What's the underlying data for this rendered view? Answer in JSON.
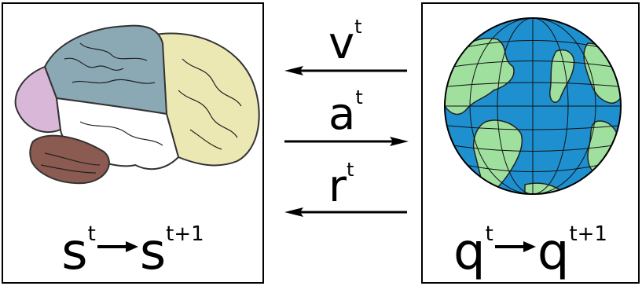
{
  "agent": {
    "state_from": "s",
    "state_from_sup": "t",
    "state_to": "s",
    "state_to_sup": "t+1"
  },
  "environment": {
    "state_from": "q",
    "state_from_sup": "t",
    "state_to": "q",
    "state_to_sup": "t+1"
  },
  "signals": [
    {
      "symbol": "v",
      "sup": "t",
      "direction": "left"
    },
    {
      "symbol": "a",
      "sup": "t",
      "direction": "right"
    },
    {
      "symbol": "r",
      "sup": "t",
      "direction": "left"
    }
  ],
  "colors": {
    "brain_blue": "#8aa9b5",
    "brain_lilac": "#d9b7d9",
    "brain_cream": "#ece8b4",
    "brain_brown": "#8b5a50",
    "ocean": "#1e90d0",
    "land": "#9fe09f"
  }
}
